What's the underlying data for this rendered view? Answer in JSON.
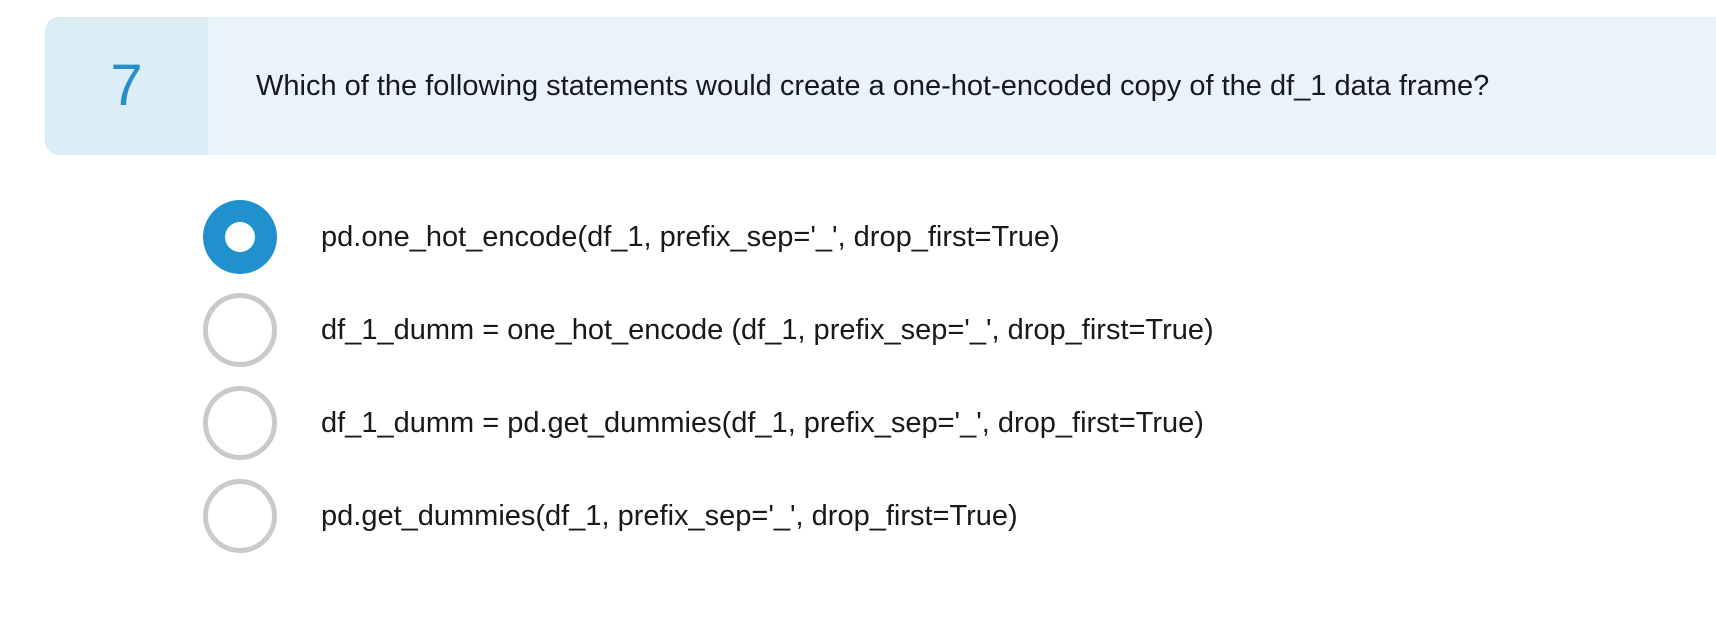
{
  "question": {
    "number": "7",
    "text": "Which of the following statements would create a one-hot-encoded copy of the df_1 data frame?"
  },
  "options": [
    {
      "label": "pd.one_hot_encode(df_1, prefix_sep='_', drop_first=True)",
      "selected": true
    },
    {
      "label": "df_1_dumm = one_hot_encode (df_1, prefix_sep='_', drop_first=True)",
      "selected": false
    },
    {
      "label": "df_1_dumm = pd.get_dummies(df_1, prefix_sep='_', drop_first=True)",
      "selected": false
    },
    {
      "label": "pd.get_dummies(df_1, prefix_sep='_', drop_first=True)",
      "selected": false
    }
  ],
  "colors": {
    "header_bg": "#EAF2FB",
    "number_box_bg": "#DCEDF6",
    "accent_blue": "#2790C9",
    "radio_selected": "#2191CE",
    "radio_unselected_border": "#C9CACC",
    "text": "#17191C"
  }
}
